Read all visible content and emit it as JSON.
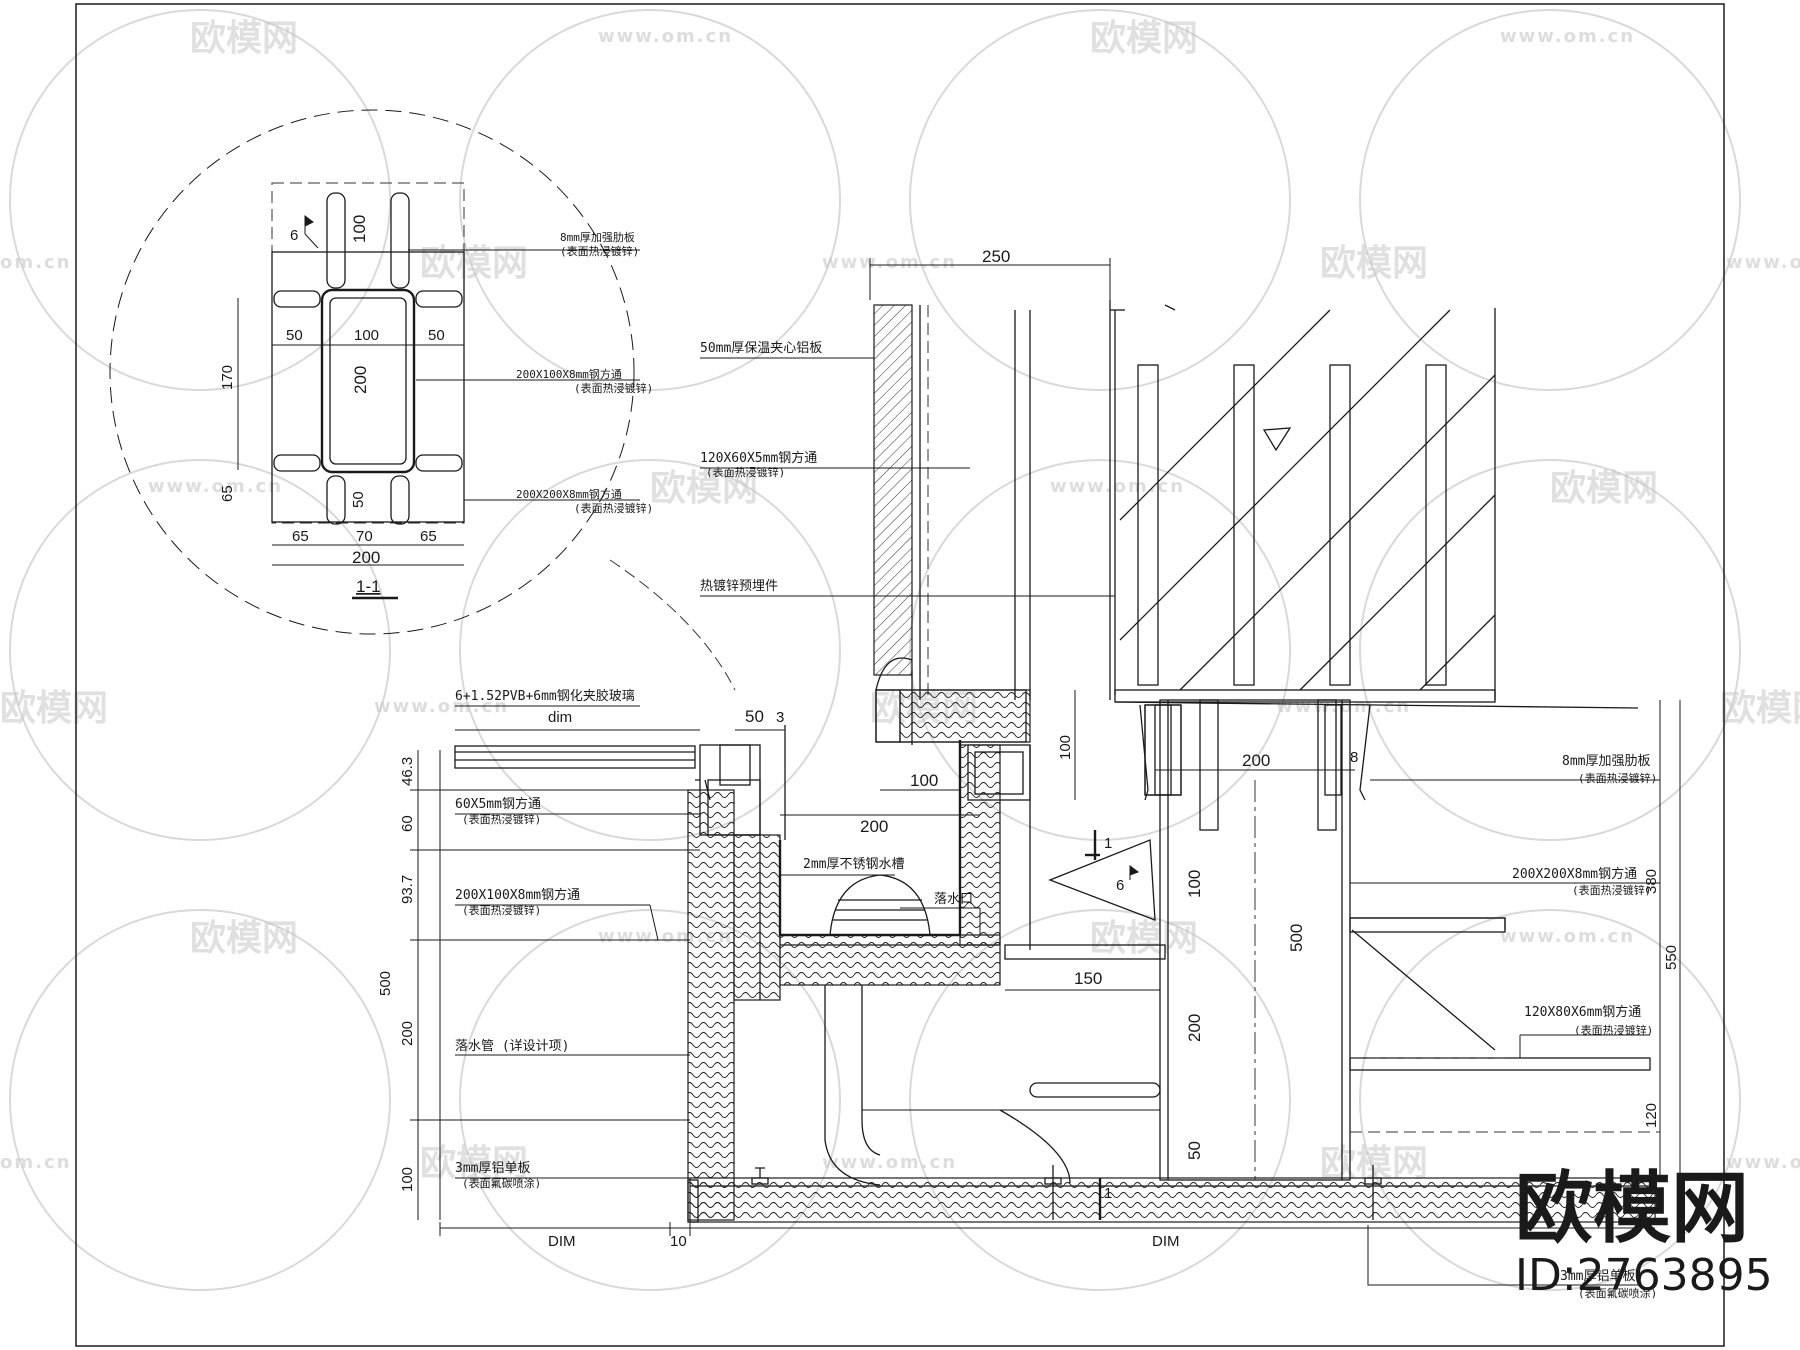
{
  "watermark": {
    "brand": "欧模网",
    "url": "www.om.cn",
    "url_short": "om.cn"
  },
  "logo": {
    "brand": "欧模网",
    "id": "ID:2763895"
  },
  "detail": {
    "section_mark": "1-1",
    "labels": [
      {
        "id": "rib-plate",
        "line1": "8mm厚加强肋板",
        "line2": "(表面热浸镀锌)"
      },
      {
        "id": "tube-200x100",
        "line1": "200X100X8mm钢方通",
        "line2": "(表面热浸镀锌)"
      },
      {
        "id": "tube-200x200",
        "line1": "200X200X8mm钢方通",
        "line2": "(表面热浸镀锌)"
      }
    ],
    "dims": {
      "top_100": "100",
      "weld_6": "6",
      "w_50a": "50",
      "w_100": "100",
      "w_50b": "50",
      "h_170": "170",
      "h_200": "200",
      "h_65": "65",
      "h_50": "50",
      "b_65a": "65",
      "b_70": "70",
      "b_65b": "65",
      "b_200": "200"
    }
  },
  "main": {
    "labels": {
      "panel": "50mm厚保温夹心铝板",
      "tube_120x60": {
        "line1": "120X60X5mm钢方通",
        "line2": "(表面热浸镀锌)"
      },
      "embed": "热镀锌预埋件",
      "glass": "6+1.52PVB+6mm钢化夹胶玻璃",
      "tube_60x5": {
        "line1": "60X5mm钢方通",
        "line2": "(表面热浸镀锌)"
      },
      "tube_200x100": {
        "line1": "200X100X8mm钢方通",
        "line2": "(表面热浸镀锌)"
      },
      "gutter": "2mm厚不锈钢水槽",
      "drain_outlet": "落水口",
      "drain_pipe": "落水管 (详设计项)",
      "alu_plate": {
        "line1": "3mm厚铝单板",
        "line2": "(表面氟碳喷涂)"
      },
      "rib_plate_r": {
        "line1": "8mm厚加强肋板",
        "line2": "(表面热浸镀锌)"
      },
      "tube_200x200_r": {
        "line1": "200X200X8mm钢方通",
        "line2": "(表面热浸镀锌)"
      },
      "tube_120x80": {
        "line1": "120X80X6mm钢方通",
        "line2": "(表面热浸镀锌)"
      },
      "alu_plate_r": {
        "line1": "3mm厚铝单板",
        "line2": "(表面氟碳喷涂)"
      }
    },
    "dims": {
      "top_250": "250",
      "dim_a": "dim",
      "d_50": "50",
      "d_3": "3",
      "d_100a": "100",
      "d_200a": "200",
      "d_100v": "100",
      "d_200b": "200",
      "d_8": "8",
      "d_1": "1",
      "d_6": "6",
      "d_100c": "100",
      "d_500c": "500",
      "d_150": "150",
      "d_200c": "200",
      "d_50c": "50",
      "left_46": "46.3",
      "left_60": "60",
      "left_93": "93.7",
      "left_500": "500",
      "left_200": "200",
      "left_100": "100",
      "bot_dim1": "DIM",
      "bot_10": "10",
      "bot_dim2": "DIM",
      "right_380": "380",
      "right_550": "550",
      "right_120": "120",
      "cut_1": "1"
    }
  }
}
